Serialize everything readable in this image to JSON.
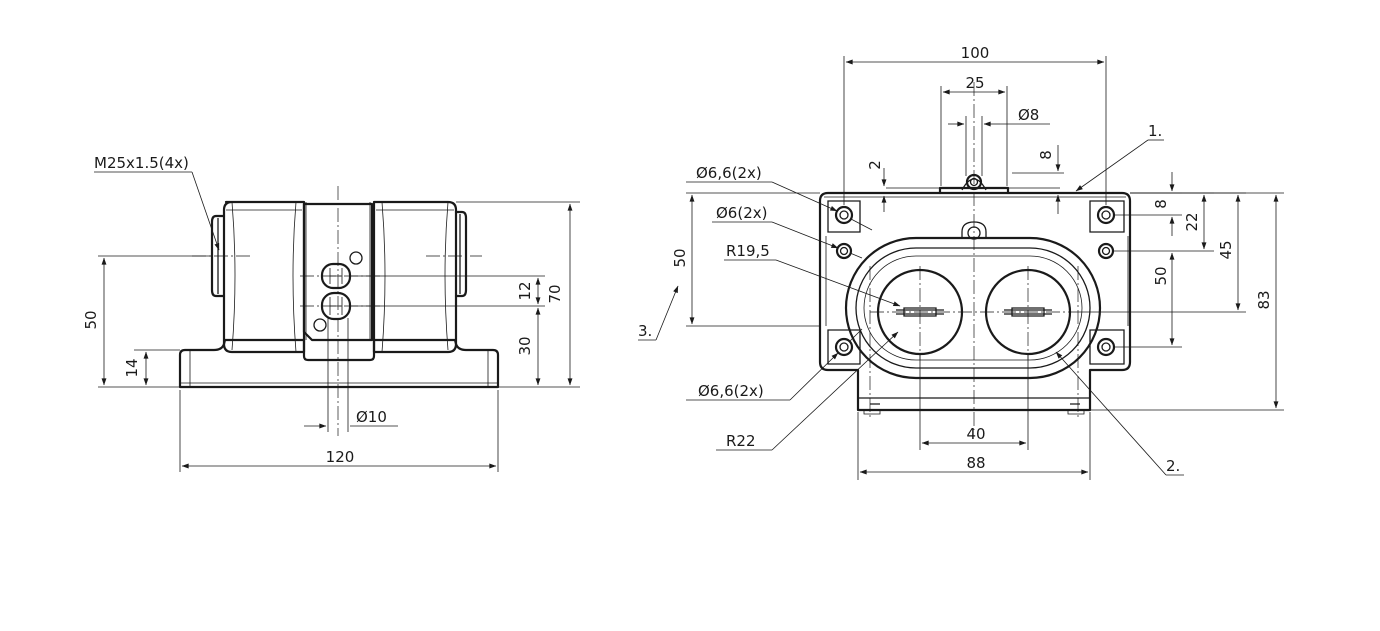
{
  "left_view": {
    "thread_note": "M25x1.5(4x)",
    "dims": {
      "h70": "70",
      "h50": "50",
      "h14": "14",
      "h12": "12",
      "h30": "30",
      "d10": "Ø10",
      "w120": "120"
    }
  },
  "right_view": {
    "dims": {
      "w100": "100",
      "w25": "25",
      "d8": "Ø8",
      "v2": "2",
      "v8a": "8",
      "v8b": "8",
      "v22": "22",
      "v45": "45",
      "v50r": "50",
      "v83": "83",
      "v50l": "50",
      "w40": "40",
      "w88": "88"
    },
    "callouts": {
      "hole_top": "Ø6,6(2x)",
      "hole_mid": "Ø6(2x)",
      "radius_small": "R19,5",
      "hole_bottom": "Ø6,6(2x)",
      "radius_large": "R22"
    },
    "item_labels": {
      "item1": "1.",
      "item2": "2.",
      "item3": "3."
    }
  }
}
